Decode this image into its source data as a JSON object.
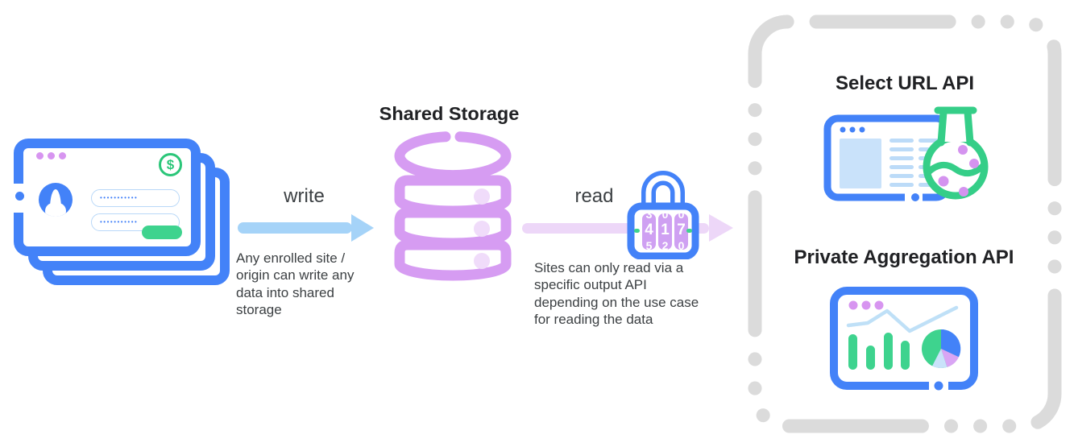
{
  "palette": {
    "blue": "#4382F8",
    "arrow_blue": "#A5D3F8",
    "pale_blue_fill": "#C9E2FA",
    "purple": "#D69CF2",
    "pale_purple": "#EFD9FA",
    "orchid": "#D795F0",
    "green": "#3ED38E",
    "green_dark": "#2BC679",
    "gray_dash": "#DBDBDB",
    "title_text": "#202124",
    "body_text": "#3C4043"
  },
  "enrolled_sites": {
    "password_value": "•••••••••••",
    "dollar_sign": "$"
  },
  "write_flow": {
    "label": "write",
    "caption": "Any enrolled site / origin can write any data into shared storage"
  },
  "shared_storage": {
    "title": "Shared Storage"
  },
  "read_flow": {
    "label": "read",
    "caption": "Sites can only read via a specific output API depending on the use case for reading the data"
  },
  "lock": {
    "code": "417",
    "wheels": [
      {
        "above": "3",
        "digit": "4",
        "below": "5"
      },
      {
        "above": "0",
        "digit": "1",
        "below": "2"
      },
      {
        "above": "0",
        "digit": "7",
        "below": "0"
      }
    ]
  },
  "output_apis": {
    "select_url": {
      "title": "Select URL API"
    },
    "private_aggregation": {
      "title": "Private Aggregation API"
    }
  }
}
